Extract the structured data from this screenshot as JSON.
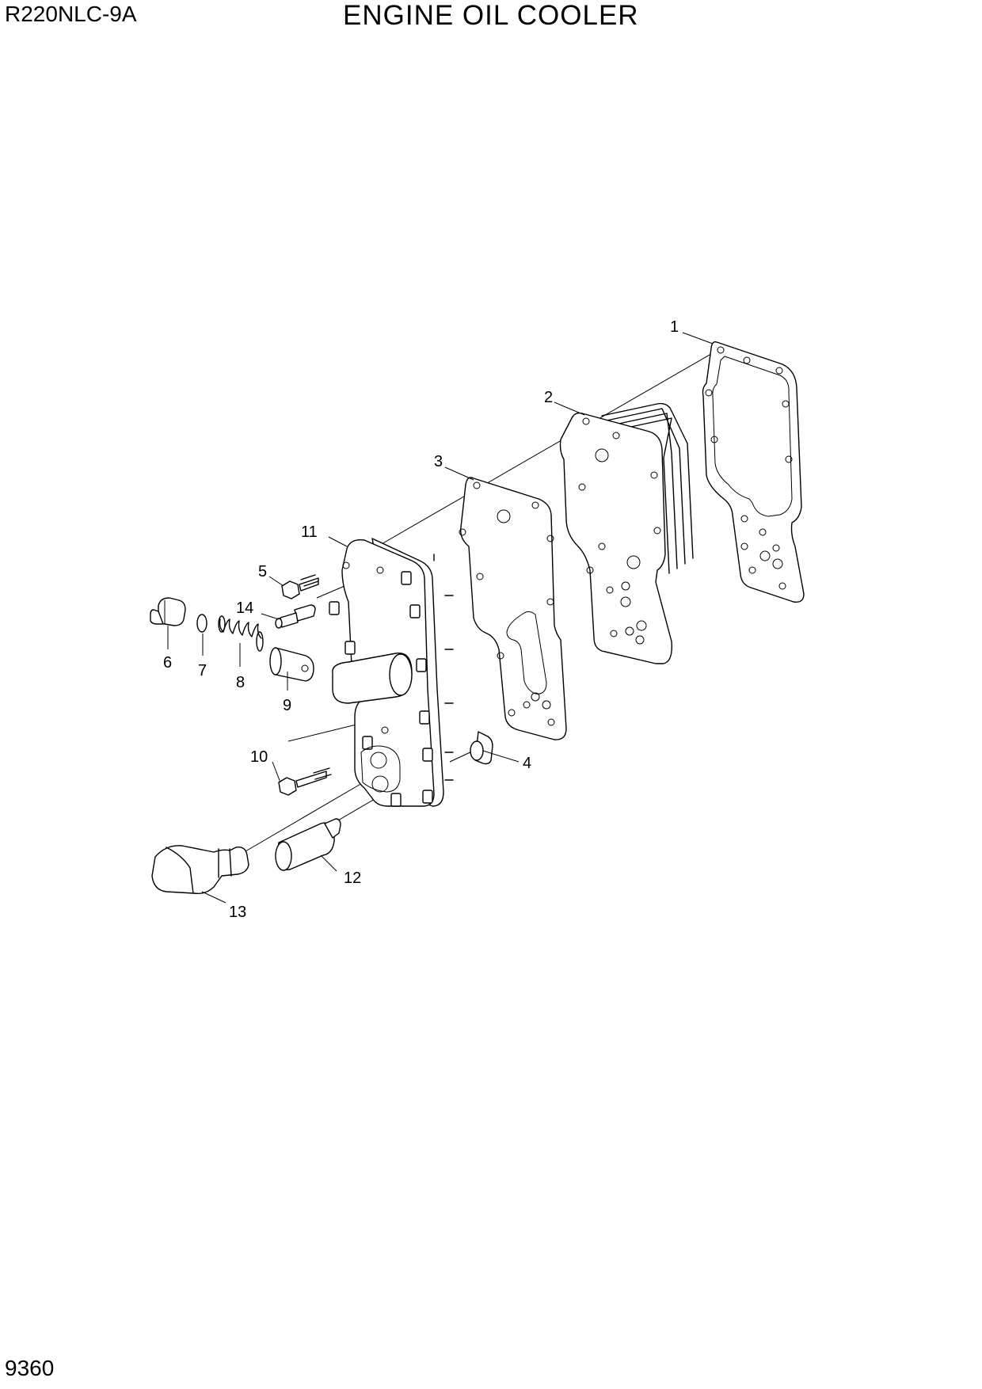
{
  "header": {
    "model": "R220NLC-9A",
    "title": "ENGINE OIL COOLER"
  },
  "footer": {
    "page_number": "9360"
  },
  "callouts": [
    "1",
    "2",
    "3",
    "4",
    "5",
    "6",
    "7",
    "8",
    "9",
    "10",
    "11",
    "12",
    "13",
    "14"
  ]
}
